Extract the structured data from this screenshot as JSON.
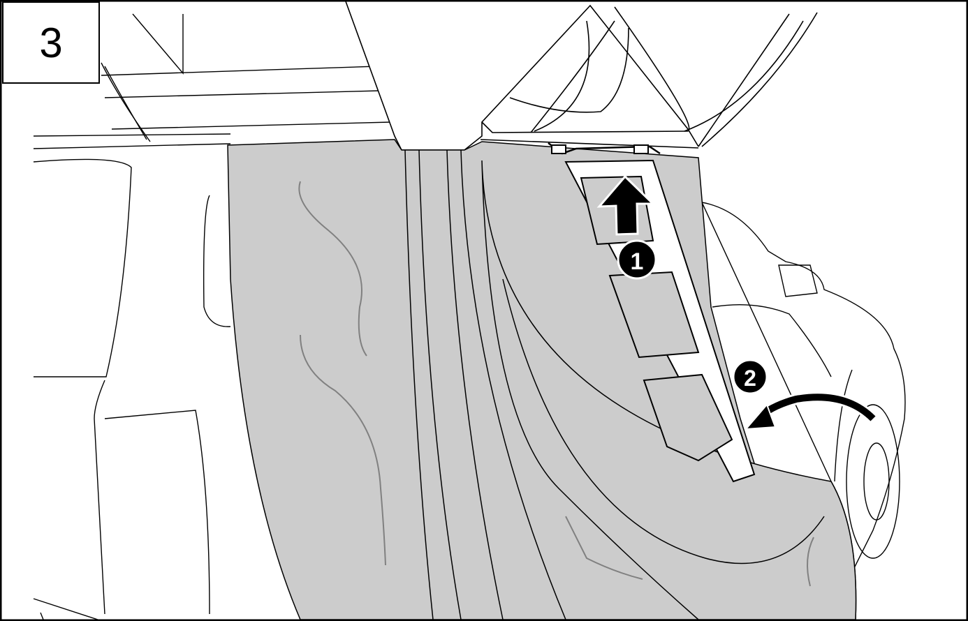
{
  "step": {
    "number": "3"
  },
  "callouts": [
    {
      "label": "1",
      "meaning": "lift-up"
    },
    {
      "label": "2",
      "meaning": "fold-over"
    }
  ],
  "colors": {
    "fabric": "#cccccc",
    "line": "#000000",
    "background": "#ffffff",
    "wrinkle": "#808080"
  },
  "icons": [
    "up-arrow-icon",
    "curved-arrow-icon"
  ]
}
